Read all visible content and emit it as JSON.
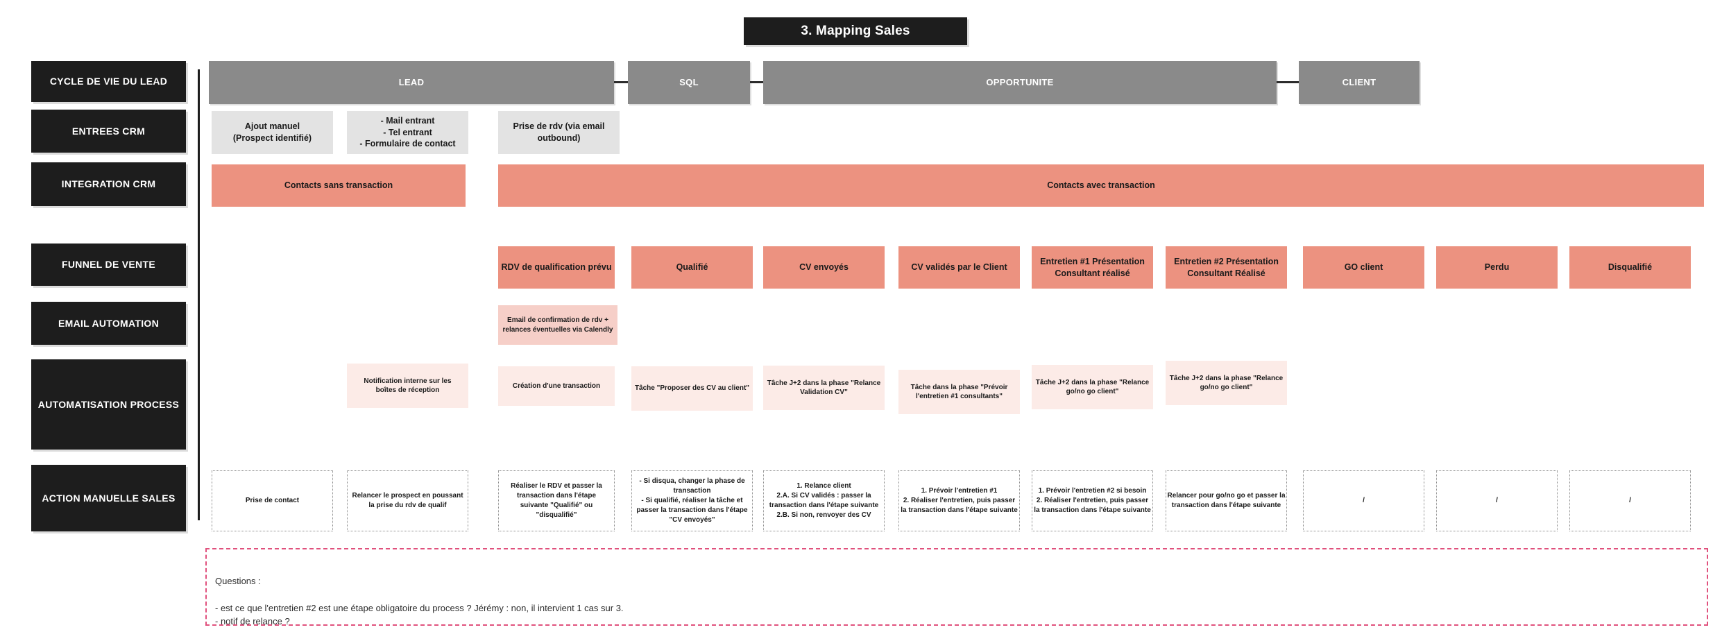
{
  "title": "3. Mapping Sales",
  "colors": {
    "black": "#1d1d1d",
    "gray_band": "#8a8a8a",
    "light_gray": "#e3e3e3",
    "salmon": "#ec9280",
    "pink": "#f6cfc8",
    "pale_pink": "#fcebe7",
    "dashed_pink": "#e0517d"
  },
  "sidebar": {
    "items": [
      {
        "label": "CYCLE DE VIE DU LEAD"
      },
      {
        "label": "ENTREES CRM"
      },
      {
        "label": "INTEGRATION CRM"
      },
      {
        "label": "FUNNEL DE VENTE"
      },
      {
        "label": "EMAIL AUTOMATION"
      },
      {
        "label": "AUTOMATISATION PROCESS"
      },
      {
        "label": "ACTION MANUELLE SALES"
      }
    ]
  },
  "lifecycle_stages": [
    {
      "label": "LEAD"
    },
    {
      "label": "SQL"
    },
    {
      "label": "OPPORTUNITE"
    },
    {
      "label": "CLIENT"
    }
  ],
  "entrees_crm": [
    {
      "label": "Ajout manuel\n(Prospect identifié)"
    },
    {
      "label": "- Mail entrant\n- Tel entrant\n- Formulaire de contact"
    },
    {
      "label": "Prise de rdv (via email\noutbound)"
    }
  ],
  "integration_crm": [
    {
      "label": "Contacts sans transaction"
    },
    {
      "label": "Contacts avec transaction"
    }
  ],
  "funnel_stages": [
    {
      "label": "RDV de qualification prévu"
    },
    {
      "label": "Qualifié"
    },
    {
      "label": "CV envoyés"
    },
    {
      "label": "CV validés par le Client"
    },
    {
      "label": "Entretien #1 Présentation\nConsultant réalisé"
    },
    {
      "label": "Entretien #2 Présentation\nConsultant Réalisé"
    },
    {
      "label": "GO client"
    },
    {
      "label": "Perdu"
    },
    {
      "label": "Disqualifié"
    }
  ],
  "email_automation": [
    {
      "label": "Email de confirmation de rdv +\nrelances éventuelles via Calendly"
    }
  ],
  "process_automation": [
    {
      "label": "Notification interne sur les\nboîtes de réception"
    },
    {
      "label": "Création d'une transaction"
    },
    {
      "label": "Tâche \"Proposer des CV au client\""
    },
    {
      "label": "Tâche J+2 dans la phase \"Relance\nValidation CV\""
    },
    {
      "label": "Tâche dans la phase \"Prévoir\nl'entretien #1 consultants\""
    },
    {
      "label": "Tâche J+2 dans la phase \"Relance\ngo/no go client\""
    },
    {
      "label": "Tâche J+2 dans la phase \"Relance\ngo/no go client\""
    }
  ],
  "manual_actions": [
    {
      "label": "Prise de contact"
    },
    {
      "label": "Relancer le prospect en poussant\nla prise du rdv de qualif"
    },
    {
      "label": "Réaliser le RDV et passer la\ntransaction dans l'étape\nsuivante \"Qualifié\" ou\n\"disqualifié\""
    },
    {
      "label": "- Si disqua, changer la phase de transaction\n- Si qualifié, réaliser la tâche et passer la transaction dans l'étape \"CV envoyés\""
    },
    {
      "label": "1. Relance client\n2.A. Si CV validés : passer la transaction dans l'étape suivante\n2.B. Si non, renvoyer des CV"
    },
    {
      "label": "1. Prévoir l'entretien #1\n2. Réaliser l'entretien, puis passer la transaction dans l'étape suivante"
    },
    {
      "label": "1. Prévoir l'entretien #2 si besoin\n2. Réaliser l'entretien, puis passer la transaction dans l'étape suivante"
    },
    {
      "label": "Relancer pour go/no go et passer la transaction dans l'étape suivante"
    },
    {
      "label": "/"
    },
    {
      "label": "/"
    },
    {
      "label": "/"
    }
  ],
  "questions": {
    "heading": "Questions :",
    "lines": "- est ce que l'entretien #2 est une étape obligatoire du process ? Jérémy : non, il intervient 1 cas sur 3.\n- notif de relance ?"
  }
}
